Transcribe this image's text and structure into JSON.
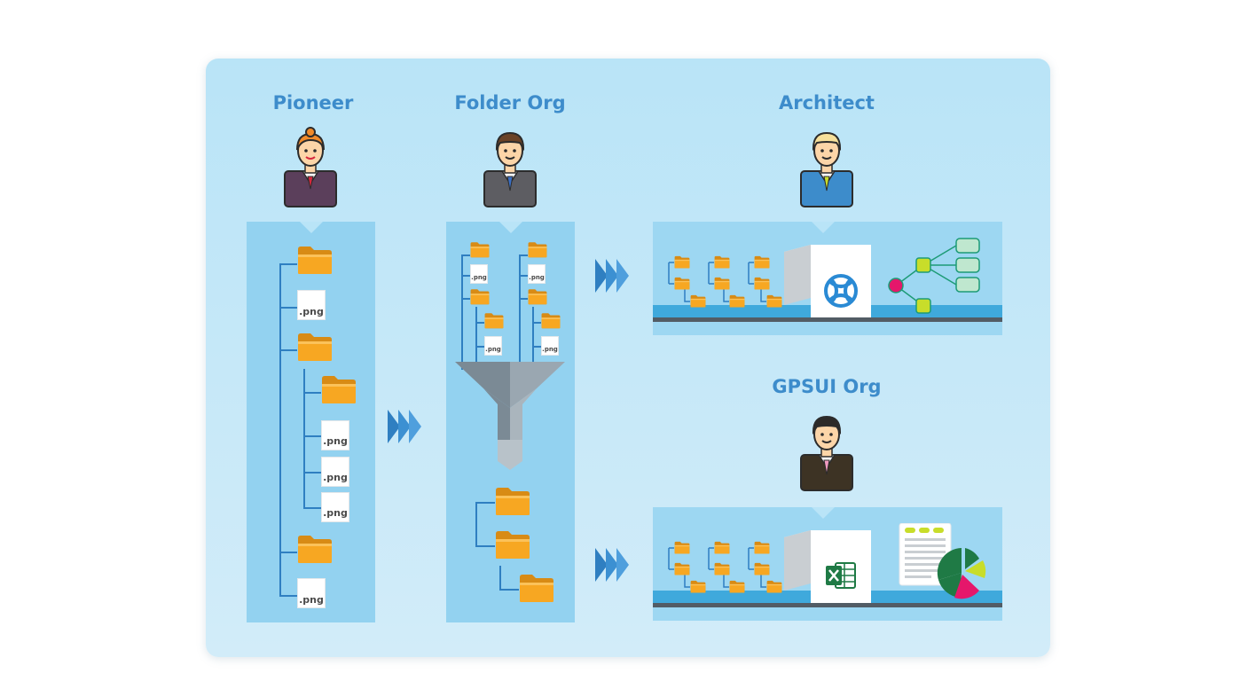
{
  "titles": {
    "pioneer": "Pioneer",
    "folder_org": "Folder Org",
    "architect": "Architect",
    "gpsui_org": "GPSUI Org"
  },
  "file_label": ".png",
  "icons": {
    "folder": "folder-icon",
    "file": "png-file-icon",
    "arrows": "triple-chevron-arrow-icon",
    "funnel": "funnel-icon",
    "architect_logo": "architect-logo-icon",
    "excel": "excel-icon",
    "report": "report-chart-icon",
    "node_graph": "node-graph-icon"
  },
  "colors": {
    "background": "#b9e4f7",
    "title": "#3d8ccb",
    "folder": "#f7a722",
    "tree_line": "#2f7fc1",
    "arrow": "#2f7fc1",
    "excel_green": "#1f7a45",
    "node_green": "#c8dd2a",
    "node_pink": "#e5176b"
  }
}
